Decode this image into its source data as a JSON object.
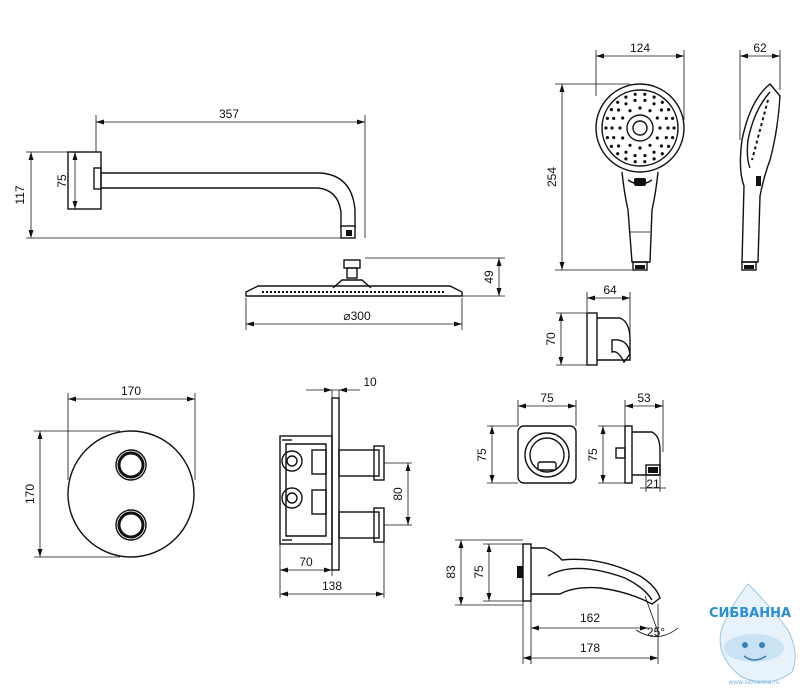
{
  "dimensions": {
    "arm_length": "357",
    "arm_flange_height": "75",
    "arm_total_height": "117",
    "head_height": "49",
    "head_diameter": "⌀300",
    "hand_width": "124",
    "hand_depth": "62",
    "hand_length": "254",
    "holder_width": "64",
    "holder_height": "70",
    "plate_width": "170",
    "plate_height": "170",
    "valve_plate": "10",
    "valve_spacing": "80",
    "valve_depth": "70",
    "valve_total": "138",
    "outlet_width": "75",
    "outlet_height": "75",
    "outlet_side_depth": "53",
    "outlet_side_height": "75",
    "outlet_nozzle": "21",
    "spout_height_outer": "83",
    "spout_height_inner": "75",
    "spout_length": "162",
    "spout_total": "178",
    "spout_angle": "25°"
  },
  "logo": {
    "name": "СИБВАННА",
    "url": "www.sibvanna.ru"
  }
}
